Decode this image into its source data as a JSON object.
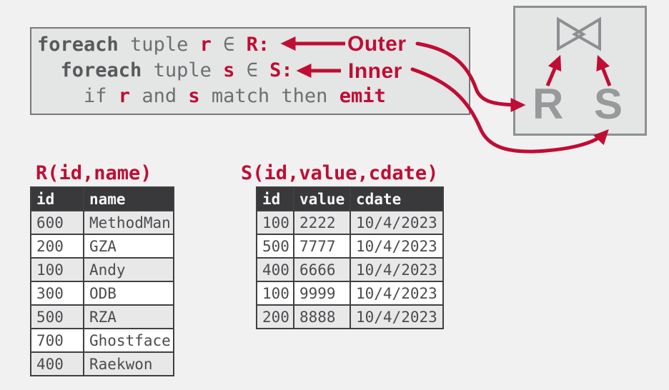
{
  "colors": {
    "accent_red": "#c00d33",
    "code_keyword_gray": "#59595c",
    "code_plain_gray": "#6d6e71",
    "box_bg": "#e4e5e5",
    "box_border": "#77787b",
    "join_box_border": "#8d8f92",
    "relation_letter_gray": "#97999b",
    "table_header_bg": "#39393c",
    "table_alt_row_bg": "#e8e8e9",
    "page_bg": "#f1f1f2"
  },
  "code_block": {
    "lines": [
      {
        "segments": [
          {
            "text": "foreach"
          },
          {
            "text": " tuple "
          },
          {
            "text": "r"
          },
          {
            "text": " ∈ "
          },
          {
            "text": "R:"
          }
        ]
      },
      {
        "segments": [
          {
            "text": "  "
          },
          {
            "text": "foreach"
          },
          {
            "text": " tuple "
          },
          {
            "text": "s"
          },
          {
            "text": " ∈ "
          },
          {
            "text": "S:"
          }
        ]
      },
      {
        "segments": [
          {
            "text": "    if "
          },
          {
            "text": "r"
          },
          {
            "text": " and "
          },
          {
            "text": "s"
          },
          {
            "text": " match then "
          },
          {
            "text": "emit"
          }
        ]
      }
    ]
  },
  "annotations": {
    "outer": "Outer",
    "inner": "Inner"
  },
  "join_diagram": {
    "operator_icon": "bowtie-join-icon",
    "left_relation": "R",
    "right_relation": "S"
  },
  "tables": {
    "r": {
      "title": "R(id,name)",
      "columns": [
        "id",
        "name"
      ],
      "rows": [
        [
          "600",
          "MethodMan"
        ],
        [
          "200",
          "GZA"
        ],
        [
          "100",
          "Andy"
        ],
        [
          "300",
          "ODB"
        ],
        [
          "500",
          "RZA"
        ],
        [
          "700",
          "Ghostface"
        ],
        [
          "400",
          "Raekwon"
        ]
      ]
    },
    "s": {
      "title": "S(id,value,cdate)",
      "columns": [
        "id",
        "value",
        "cdate"
      ],
      "rows": [
        [
          "100",
          "2222",
          "10/4/2023"
        ],
        [
          "500",
          "7777",
          "10/4/2023"
        ],
        [
          "400",
          "6666",
          "10/4/2023"
        ],
        [
          "100",
          "9999",
          "10/4/2023"
        ],
        [
          "200",
          "8888",
          "10/4/2023"
        ]
      ]
    }
  }
}
